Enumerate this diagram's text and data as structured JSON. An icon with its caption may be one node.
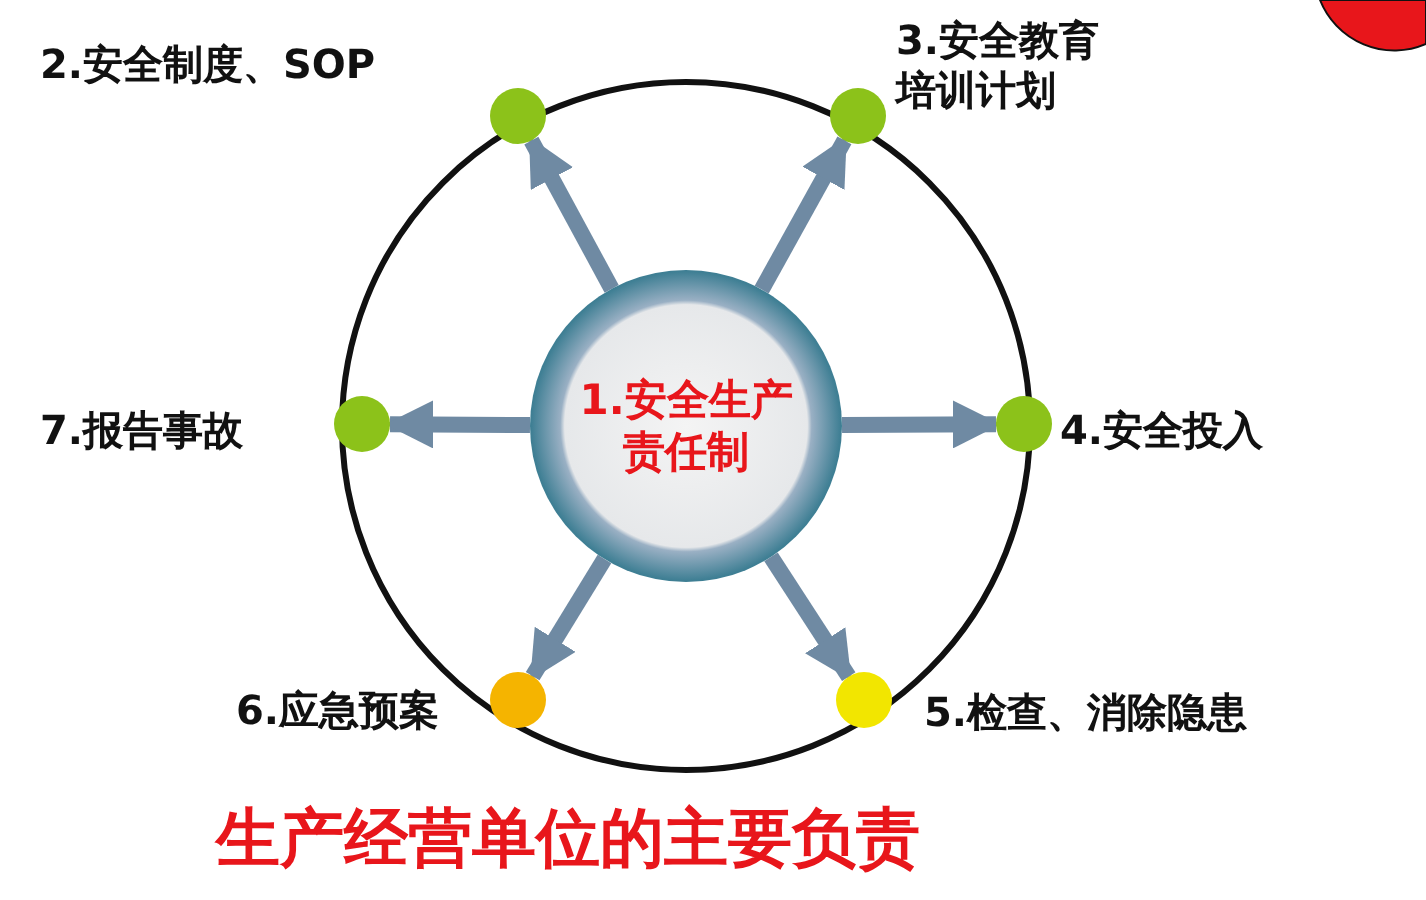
{
  "diagram": {
    "title": "生产经营单位的主要负责",
    "nodes": [
      {
        "text": [
          "1.安全生产责任制"
        ]
      },
      {
        "text": [],
        "shape": "circle",
        "beside": [
          "2.安全制度、SOP"
        ]
      },
      {
        "text": [],
        "shape": "circle",
        "beside": [
          "3.安全教育培训计划"
        ]
      },
      {
        "text": [],
        "shape": "circle",
        "beside": [
          "7.报告事故"
        ]
      },
      {
        "text": [],
        "shape": "circle",
        "beside": [
          "4.安全投入"
        ]
      },
      {
        "text": [],
        "shape": "circle",
        "beside": [
          "6.应急预案"
        ]
      },
      {
        "text": [],
        "shape": "circle",
        "beside": [
          "5.检查、消除隐患"
        ]
      }
    ],
    "edges": [
      {
        "from": 0,
        "to": 1,
        "arrow": "to"
      },
      {
        "from": 0,
        "to": 2,
        "arrow": "to"
      },
      {
        "from": 0,
        "to": 3,
        "arrow": "to"
      },
      {
        "from": 0,
        "to": 4,
        "arrow": "to"
      },
      {
        "from": 0,
        "to": 5,
        "arrow": "to"
      },
      {
        "from": 0,
        "to": 6,
        "arrow": "to"
      }
    ]
  }
}
